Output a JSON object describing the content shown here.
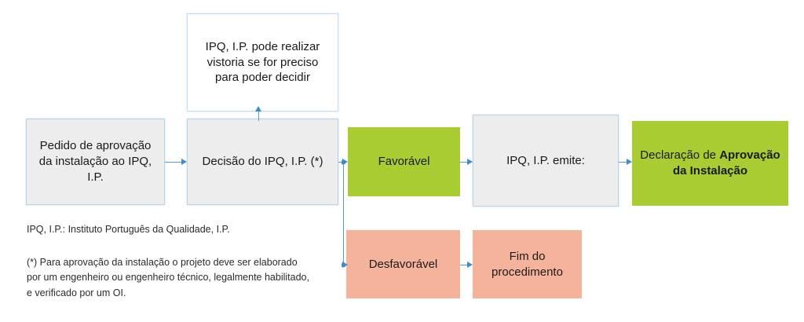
{
  "diagram": {
    "title": "Fluxograma de aprovacao da instalacao IPQ, I.P.",
    "colors": {
      "green": "#a8cc32",
      "salmon": "#f4b39a",
      "gray": "#ededed",
      "border_blue": "#b6d3e8",
      "connector_blue": "#5b9bd5"
    },
    "nodes": {
      "note_top": "IPQ, I.P. pode realizar vistoria se for preciso para poder decidir",
      "request": "Pedido de aprovação da instalação ao IPQ, I.P.",
      "decision": "Decisão do IPQ, I.P. (*)",
      "favoravel": "Favorável",
      "emite": "IPQ, I.P. emite:",
      "declaracao_prefix": "Declaração de ",
      "declaracao_bold": "Aprovação da Instalação",
      "desfavoravel": "Desfavorável",
      "fim": "Fim do procedimento"
    },
    "footnotes": {
      "acronym": "IPQ, I.P.: Instituto Português da Qualidade, I.P.",
      "asterisk": "(*) Para aprovação da instalação o projeto deve ser elaborado\npor um engenheiro ou engenheiro técnico, legalmente habilitado,\ne verificado por um OI."
    }
  }
}
